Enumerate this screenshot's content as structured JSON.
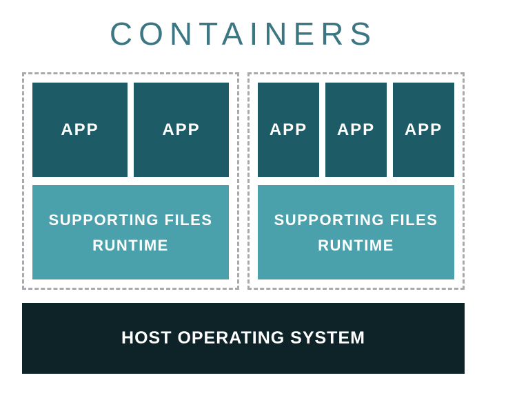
{
  "title": "CONTAINERS",
  "colors": {
    "title_color": "#3c7682",
    "app_box": "#1d5b66",
    "supporting_box": "#4aa1ac",
    "host_bar": "#0e2327",
    "dashed_border": "#a7a9ac",
    "label_text": "#ffffff"
  },
  "containers": [
    {
      "apps": [
        "APP",
        "APP"
      ],
      "supporting_lines": [
        "SUPPORTING FILES",
        "RUNTIME"
      ]
    },
    {
      "apps": [
        "APP",
        "APP",
        "APP"
      ],
      "supporting_lines": [
        "SUPPORTING FILES",
        "RUNTIME"
      ]
    }
  ],
  "host": {
    "label": "HOST OPERATING SYSTEM"
  }
}
